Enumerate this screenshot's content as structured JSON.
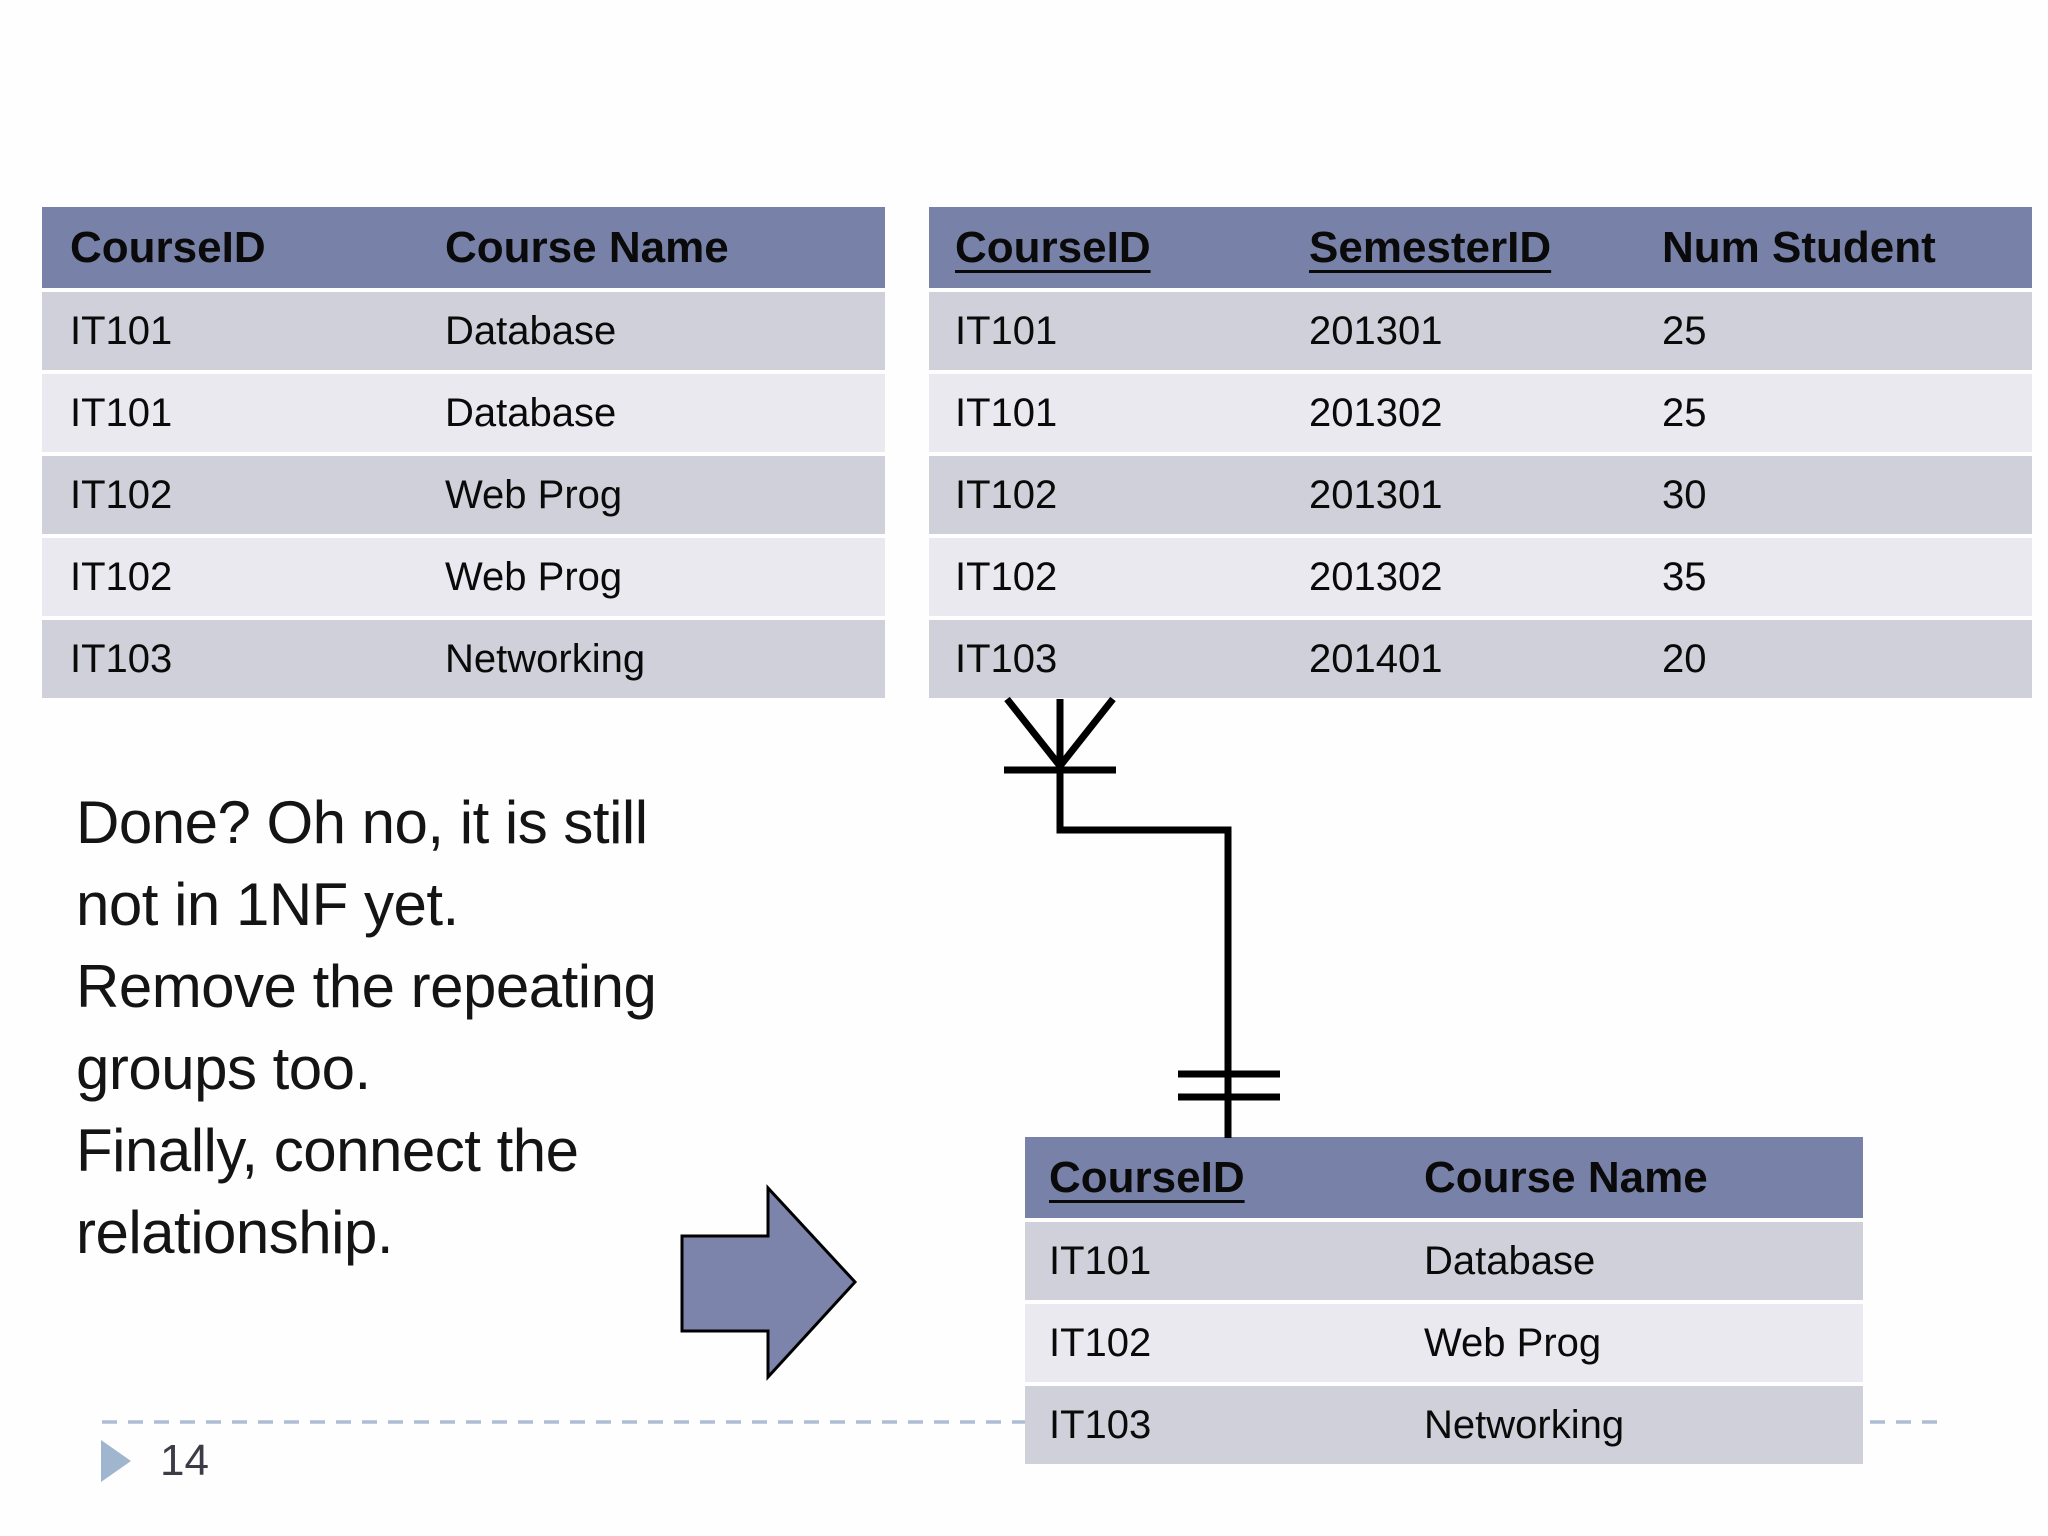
{
  "slide": {
    "note_text": "Done? Oh no, it is still\nnot in 1NF yet.\nRemove the repeating\ngroups too.\nFinally, connect the\nrelationship.",
    "page_number": "14"
  },
  "tables": {
    "course_unnormalized": {
      "headers": [
        "CourseID",
        "Course Name"
      ],
      "header_underlined": [
        false,
        false
      ],
      "rows": [
        [
          "IT101",
          "Database"
        ],
        [
          "IT101",
          "Database"
        ],
        [
          "IT102",
          "Web Prog"
        ],
        [
          "IT102",
          "Web Prog"
        ],
        [
          "IT103",
          "Networking"
        ]
      ]
    },
    "course_semester": {
      "headers": [
        "CourseID",
        "SemesterID",
        "Num Student"
      ],
      "header_underlined": [
        true,
        true,
        false
      ],
      "rows": [
        [
          "IT101",
          "201301",
          "25"
        ],
        [
          "IT101",
          "201302",
          "25"
        ],
        [
          "IT102",
          "201301",
          "30"
        ],
        [
          "IT102",
          "201302",
          "35"
        ],
        [
          "IT103",
          "201401",
          "20"
        ]
      ]
    },
    "course_1nf": {
      "headers": [
        "CourseID",
        "Course Name"
      ],
      "header_underlined": [
        true,
        false
      ],
      "rows": [
        [
          "IT101",
          "Database"
        ],
        [
          "IT102",
          "Web Prog"
        ],
        [
          "IT103",
          "Networking"
        ]
      ]
    }
  },
  "diagram": {
    "relationship": {
      "many_end_marker": "crow-foot",
      "one_end_marker": "double-tick",
      "from_table": "course_semester",
      "to_table": "course_1nf"
    }
  },
  "colors": {
    "table_header_bg": "#7881a8",
    "row_dark": "#cfd0d9",
    "row_light": "#e9e9ef",
    "arrow_fill": "#7d84ab",
    "dashed_line": "#aebdd3",
    "footer_triangle": "#9fb6ce",
    "connector_stroke": "#000000"
  }
}
